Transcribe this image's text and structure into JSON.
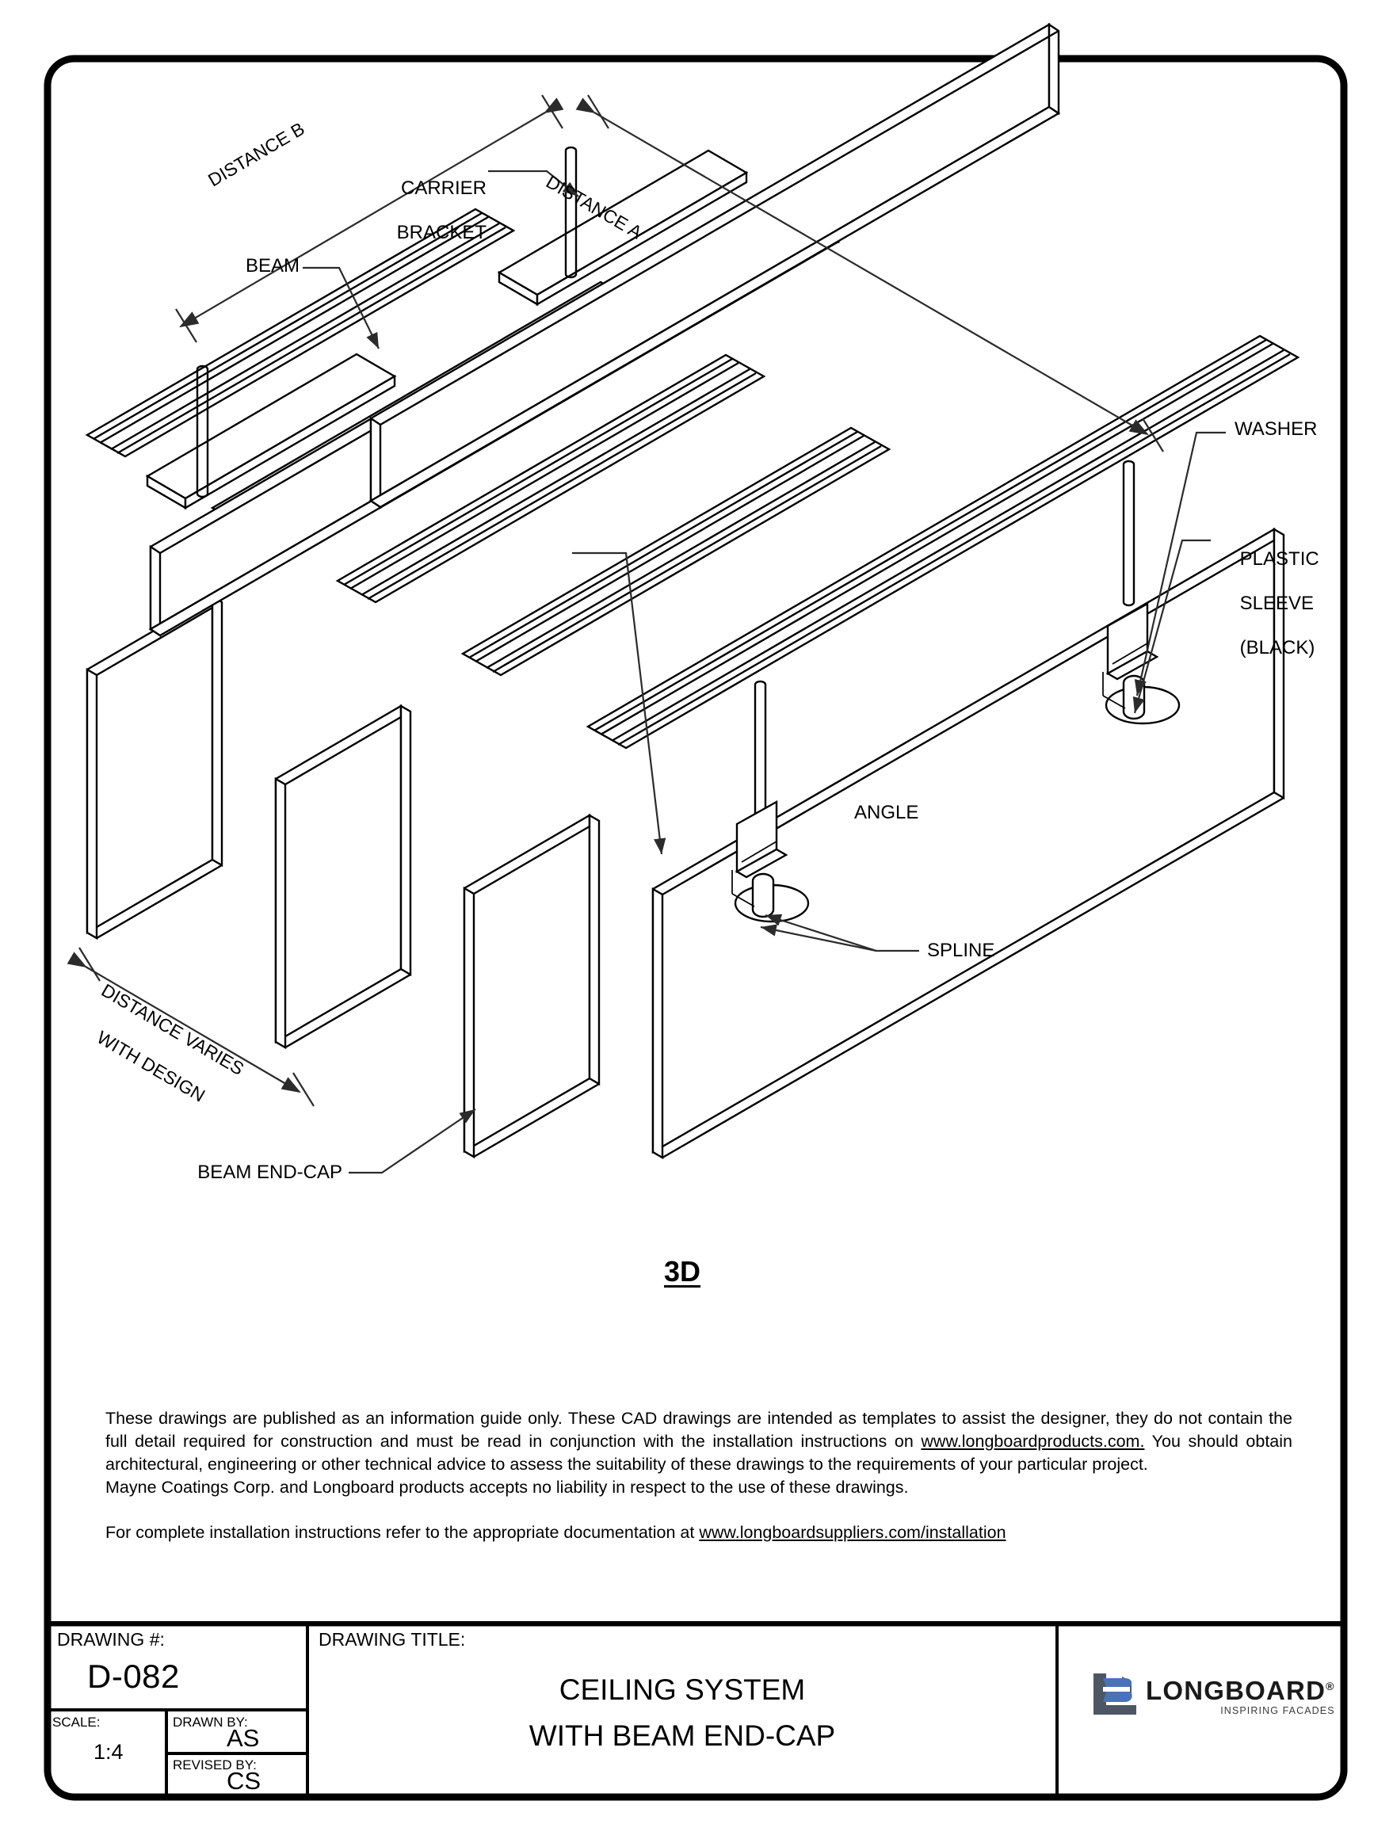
{
  "sheet": {
    "caption": "3D"
  },
  "drawing_labels": {
    "distance_b": "DISTANCE B",
    "distance_a": "DISTANCE A",
    "carrier_bracket_l1": "CARRIER",
    "carrier_bracket_l2": "BRACKET",
    "beam": "BEAM",
    "washer": "WASHER",
    "plastic_sleeve_l1": "PLASTIC",
    "plastic_sleeve_l2": "SLEEVE",
    "plastic_sleeve_l3": "(BLACK)",
    "angle": "ANGLE",
    "spline": "SPLINE",
    "distance_varies_l1": "DISTANCE VARIES",
    "distance_varies_l2": "WITH DESIGN",
    "beam_end_cap": "BEAM END-CAP"
  },
  "disclaimer": {
    "para1_a": "These drawings are published as an information guide only. These CAD drawings are intended as templates to assist the designer, they do not contain the full detail required for construction and must be read in conjunction with the installation instructions on ",
    "para1_link": "www.longboardproducts.com.",
    "para1_b": " You should obtain architectural, engineering or other technical advice to assess the suitability of these drawings to the  requirements of your particular project.",
    "para2": "Mayne Coatings Corp. and Longboard products accepts no liability in respect to the use of these drawings.",
    "para3_a": "For complete installation instructions refer to the appropriate documentation at  ",
    "para3_link": "www.longboardsuppliers.com/installation"
  },
  "title_block": {
    "drawing_number_label": "DRAWING #:",
    "drawing_number": "D-082",
    "scale_label": "SCALE:",
    "scale_value": "1:4",
    "drawn_by_label": "DRAWN BY:",
    "drawn_by_value": "AS",
    "revised_by_label": "REVISED BY:",
    "revised_by_value": "CS",
    "drawing_title_label": "DRAWING TITLE:",
    "drawing_title_line1": "CEILING SYSTEM",
    "drawing_title_line2": "WITH BEAM END-CAP"
  },
  "logo": {
    "word": "LONGBOARD",
    "registered": "®",
    "tagline": "INSPIRING FACADES",
    "mark_blue": "#4a72b8",
    "mark_gray": "#4d5763"
  },
  "colors": {
    "line": "#000000",
    "paper": "#ffffff",
    "leader": "#2b2b2b"
  }
}
